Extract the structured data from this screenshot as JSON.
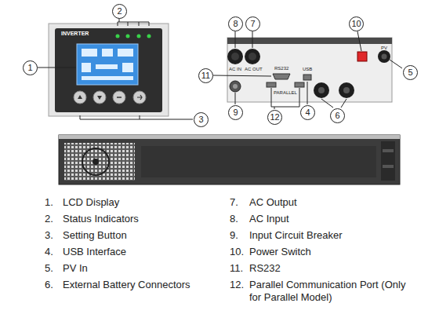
{
  "diagram": {
    "labels": [
      "2",
      "1",
      "3",
      "INVERTER",
      "8",
      "7",
      "10",
      "5",
      "AC IN",
      "AC OUT",
      "PV",
      "11",
      "RS232",
      "USB",
      "PARALLEL",
      "4",
      "9",
      "12",
      "6",
      "1.",
      "LCD Display",
      "7.",
      "AC Output",
      "2.",
      "Status Indicators",
      "8.",
      "AC Input",
      "3.",
      "Setting Button",
      "9.",
      "Input Circuit Breaker",
      "4.",
      "USB Interface",
      "10.",
      "Power Switch",
      "5.",
      "PV In",
      "11.",
      "RS232",
      "6.",
      "External Battery Connectors",
      "12.",
      "Parallel Communication Port (Only for Parallel Model)"
    ]
  }
}
